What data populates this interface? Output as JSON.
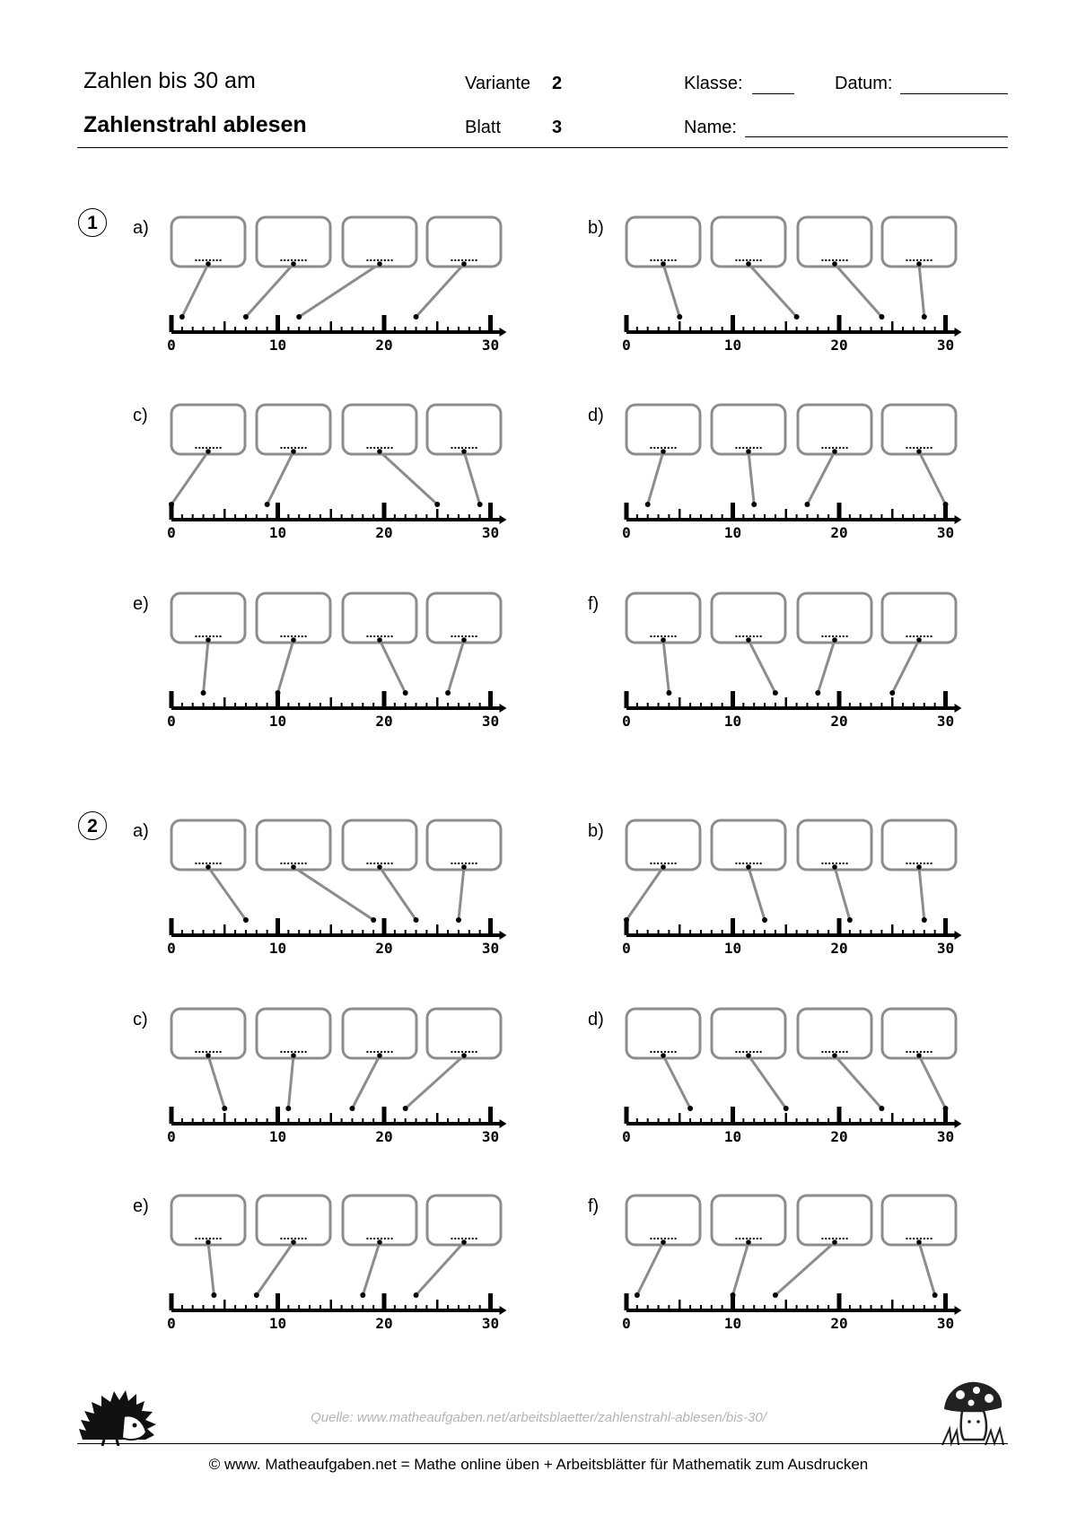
{
  "header": {
    "title_line1": "Zahlen bis 30 am",
    "title_line2": "Zahlenstrahl ablesen",
    "variante_label": "Variante",
    "variante_value": "2",
    "blatt_label": "Blatt",
    "blatt_value": "3",
    "klasse_label": "Klasse:",
    "datum_label": "Datum:",
    "name_label": "Name:"
  },
  "answer_placeholder": "........",
  "number_line": {
    "min": 0,
    "max": 30,
    "tick_labels": [
      "0",
      "10",
      "20",
      "30"
    ]
  },
  "tasks": [
    {
      "number": "1",
      "exercises": [
        {
          "label": "a)",
          "points": [
            1,
            7,
            12,
            23
          ]
        },
        {
          "label": "b)",
          "points": [
            5,
            16,
            24,
            28
          ]
        },
        {
          "label": "c)",
          "points": [
            0,
            9,
            25,
            29
          ]
        },
        {
          "label": "d)",
          "points": [
            2,
            12,
            17,
            30
          ]
        },
        {
          "label": "e)",
          "points": [
            3,
            10,
            22,
            26
          ]
        },
        {
          "label": "f)",
          "points": [
            4,
            14,
            18,
            25
          ]
        }
      ]
    },
    {
      "number": "2",
      "exercises": [
        {
          "label": "a)",
          "points": [
            7,
            19,
            23,
            27
          ]
        },
        {
          "label": "b)",
          "points": [
            0,
            13,
            21,
            28
          ]
        },
        {
          "label": "c)",
          "points": [
            5,
            11,
            17,
            22
          ]
        },
        {
          "label": "d)",
          "points": [
            6,
            15,
            24,
            30
          ]
        },
        {
          "label": "e)",
          "points": [
            4,
            8,
            18,
            23
          ]
        },
        {
          "label": "f)",
          "points": [
            1,
            10,
            14,
            29
          ]
        }
      ]
    }
  ],
  "footer": {
    "source": "Quelle: www.matheaufgaben.net/arbeitsblaetter/zahlenstrahl-ablesen/bis-30/",
    "copyright": "© www. Matheaufgaben.net   =   Mathe online üben   +   Arbeitsblätter für Mathematik zum Ausdrucken",
    "left_logo": "hedgehog-icon",
    "right_logo": "mushroom-icon"
  }
}
